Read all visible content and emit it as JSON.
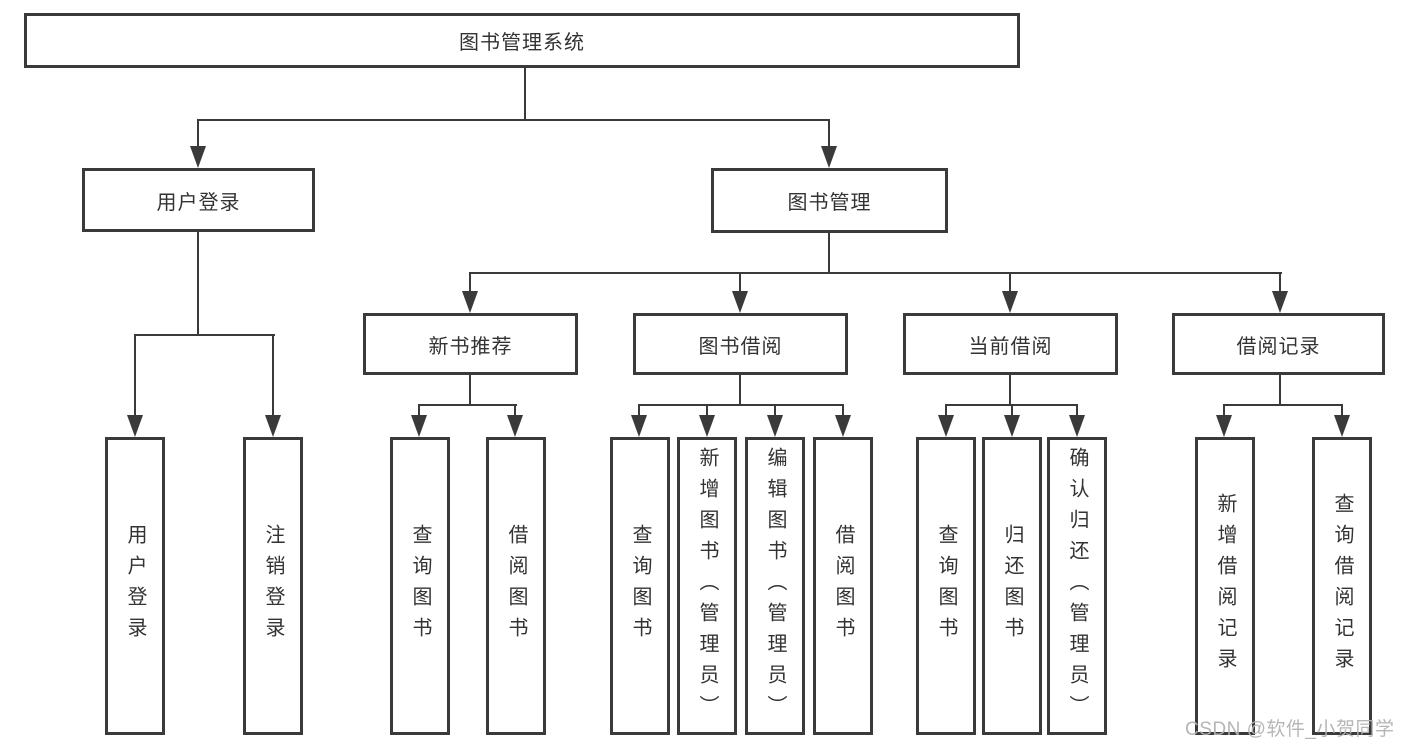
{
  "diagram_title": "图书管理系统",
  "nodes": {
    "root": "图书管理系统",
    "l2_user_login": "用户登录",
    "l2_book_mgmt": "图书管理",
    "l3_new_book_rec": "新书推荐",
    "l3_book_borrow": "图书借阅",
    "l3_current_borrow": "当前借阅",
    "l3_borrow_records": "借阅记录",
    "leaf_a1": "用户登录",
    "leaf_a2": "注销登录",
    "leaf_b1": "查询图书",
    "leaf_b2": "借阅图书",
    "leaf_c1": "查询图书",
    "leaf_c2": "新增图书（管理员）",
    "leaf_c3": "编辑图书（管理员）",
    "leaf_c4": "借阅图书",
    "leaf_d1": "查询图书",
    "leaf_d2": "归还图书",
    "leaf_d3": "确认归还（管理员）",
    "leaf_e1": "新增借阅记录",
    "leaf_e2": "查询借阅记录"
  },
  "hierarchy": {
    "图书管理系统": {
      "用户登录": [
        "用户登录",
        "注销登录"
      ],
      "图书管理": {
        "新书推荐": [
          "查询图书",
          "借阅图书"
        ],
        "图书借阅": [
          "查询图书",
          "新增图书（管理员）",
          "编辑图书（管理员）",
          "借阅图书"
        ],
        "当前借阅": [
          "查询图书",
          "归还图书",
          "确认归还（管理员）"
        ],
        "借阅记录": [
          "新增借阅记录",
          "查询借阅记录"
        ]
      }
    }
  },
  "watermark": "CSDN @软件_小贺同学",
  "colors": {
    "line": "#3a3a3a",
    "text": "#333333",
    "box_background": "#ffffff",
    "watermark": "#b2b2b2"
  }
}
